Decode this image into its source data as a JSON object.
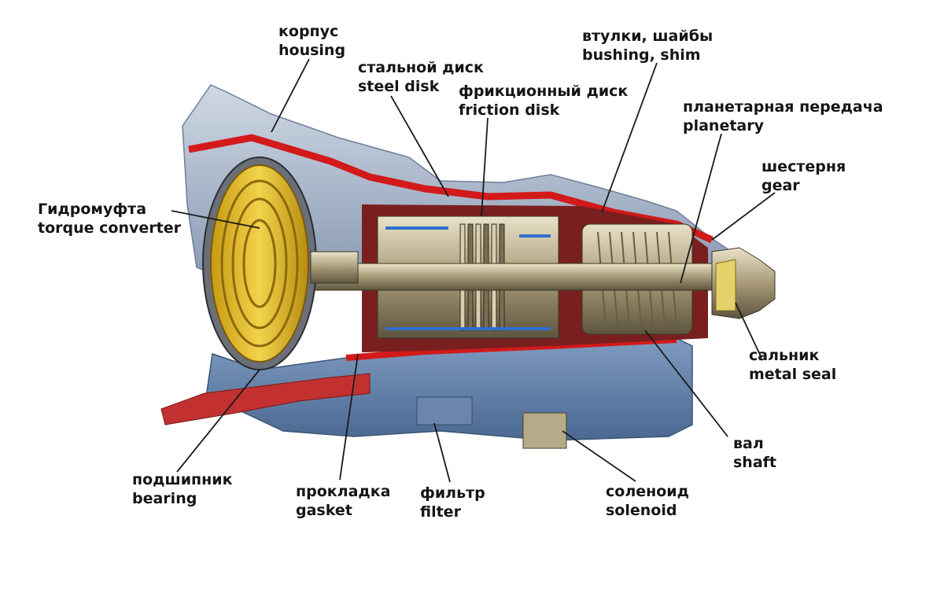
{
  "colors": {
    "housing": "#a9b7c9",
    "housing_dark": "#7f90a8",
    "cut_red": "#d21a1a",
    "converter_yellow": "#e8c53a",
    "pan_blue": "#5e7fa9",
    "metal": "#bcb39a",
    "leader": "#1a1a1a"
  },
  "labels": {
    "housing": {
      "ru": "корпус",
      "en": "housing"
    },
    "steel": {
      "ru": "стальной диск",
      "en": "steel disk"
    },
    "friction": {
      "ru": "фрикционный диск",
      "en": "friction disk"
    },
    "bushing": {
      "ru": "втулки, шайбы",
      "en": "bushing, shim"
    },
    "planetary": {
      "ru": "планетарная передача",
      "en": "planetary"
    },
    "gear": {
      "ru": "шестерня",
      "en": "gear"
    },
    "converter": {
      "ru": "Гидромуфта",
      "en": "torque converter"
    },
    "seal": {
      "ru": "сальник",
      "en": "metal seal"
    },
    "shaft": {
      "ru": "вал",
      "en": "shaft"
    },
    "bearing": {
      "ru": "подшипник",
      "en": "bearing"
    },
    "gasket": {
      "ru": "прокладка",
      "en": "gasket"
    },
    "filter": {
      "ru": "фильтр",
      "en": "filter"
    },
    "solenoid": {
      "ru": "соленоид",
      "en": "solenoid"
    }
  }
}
